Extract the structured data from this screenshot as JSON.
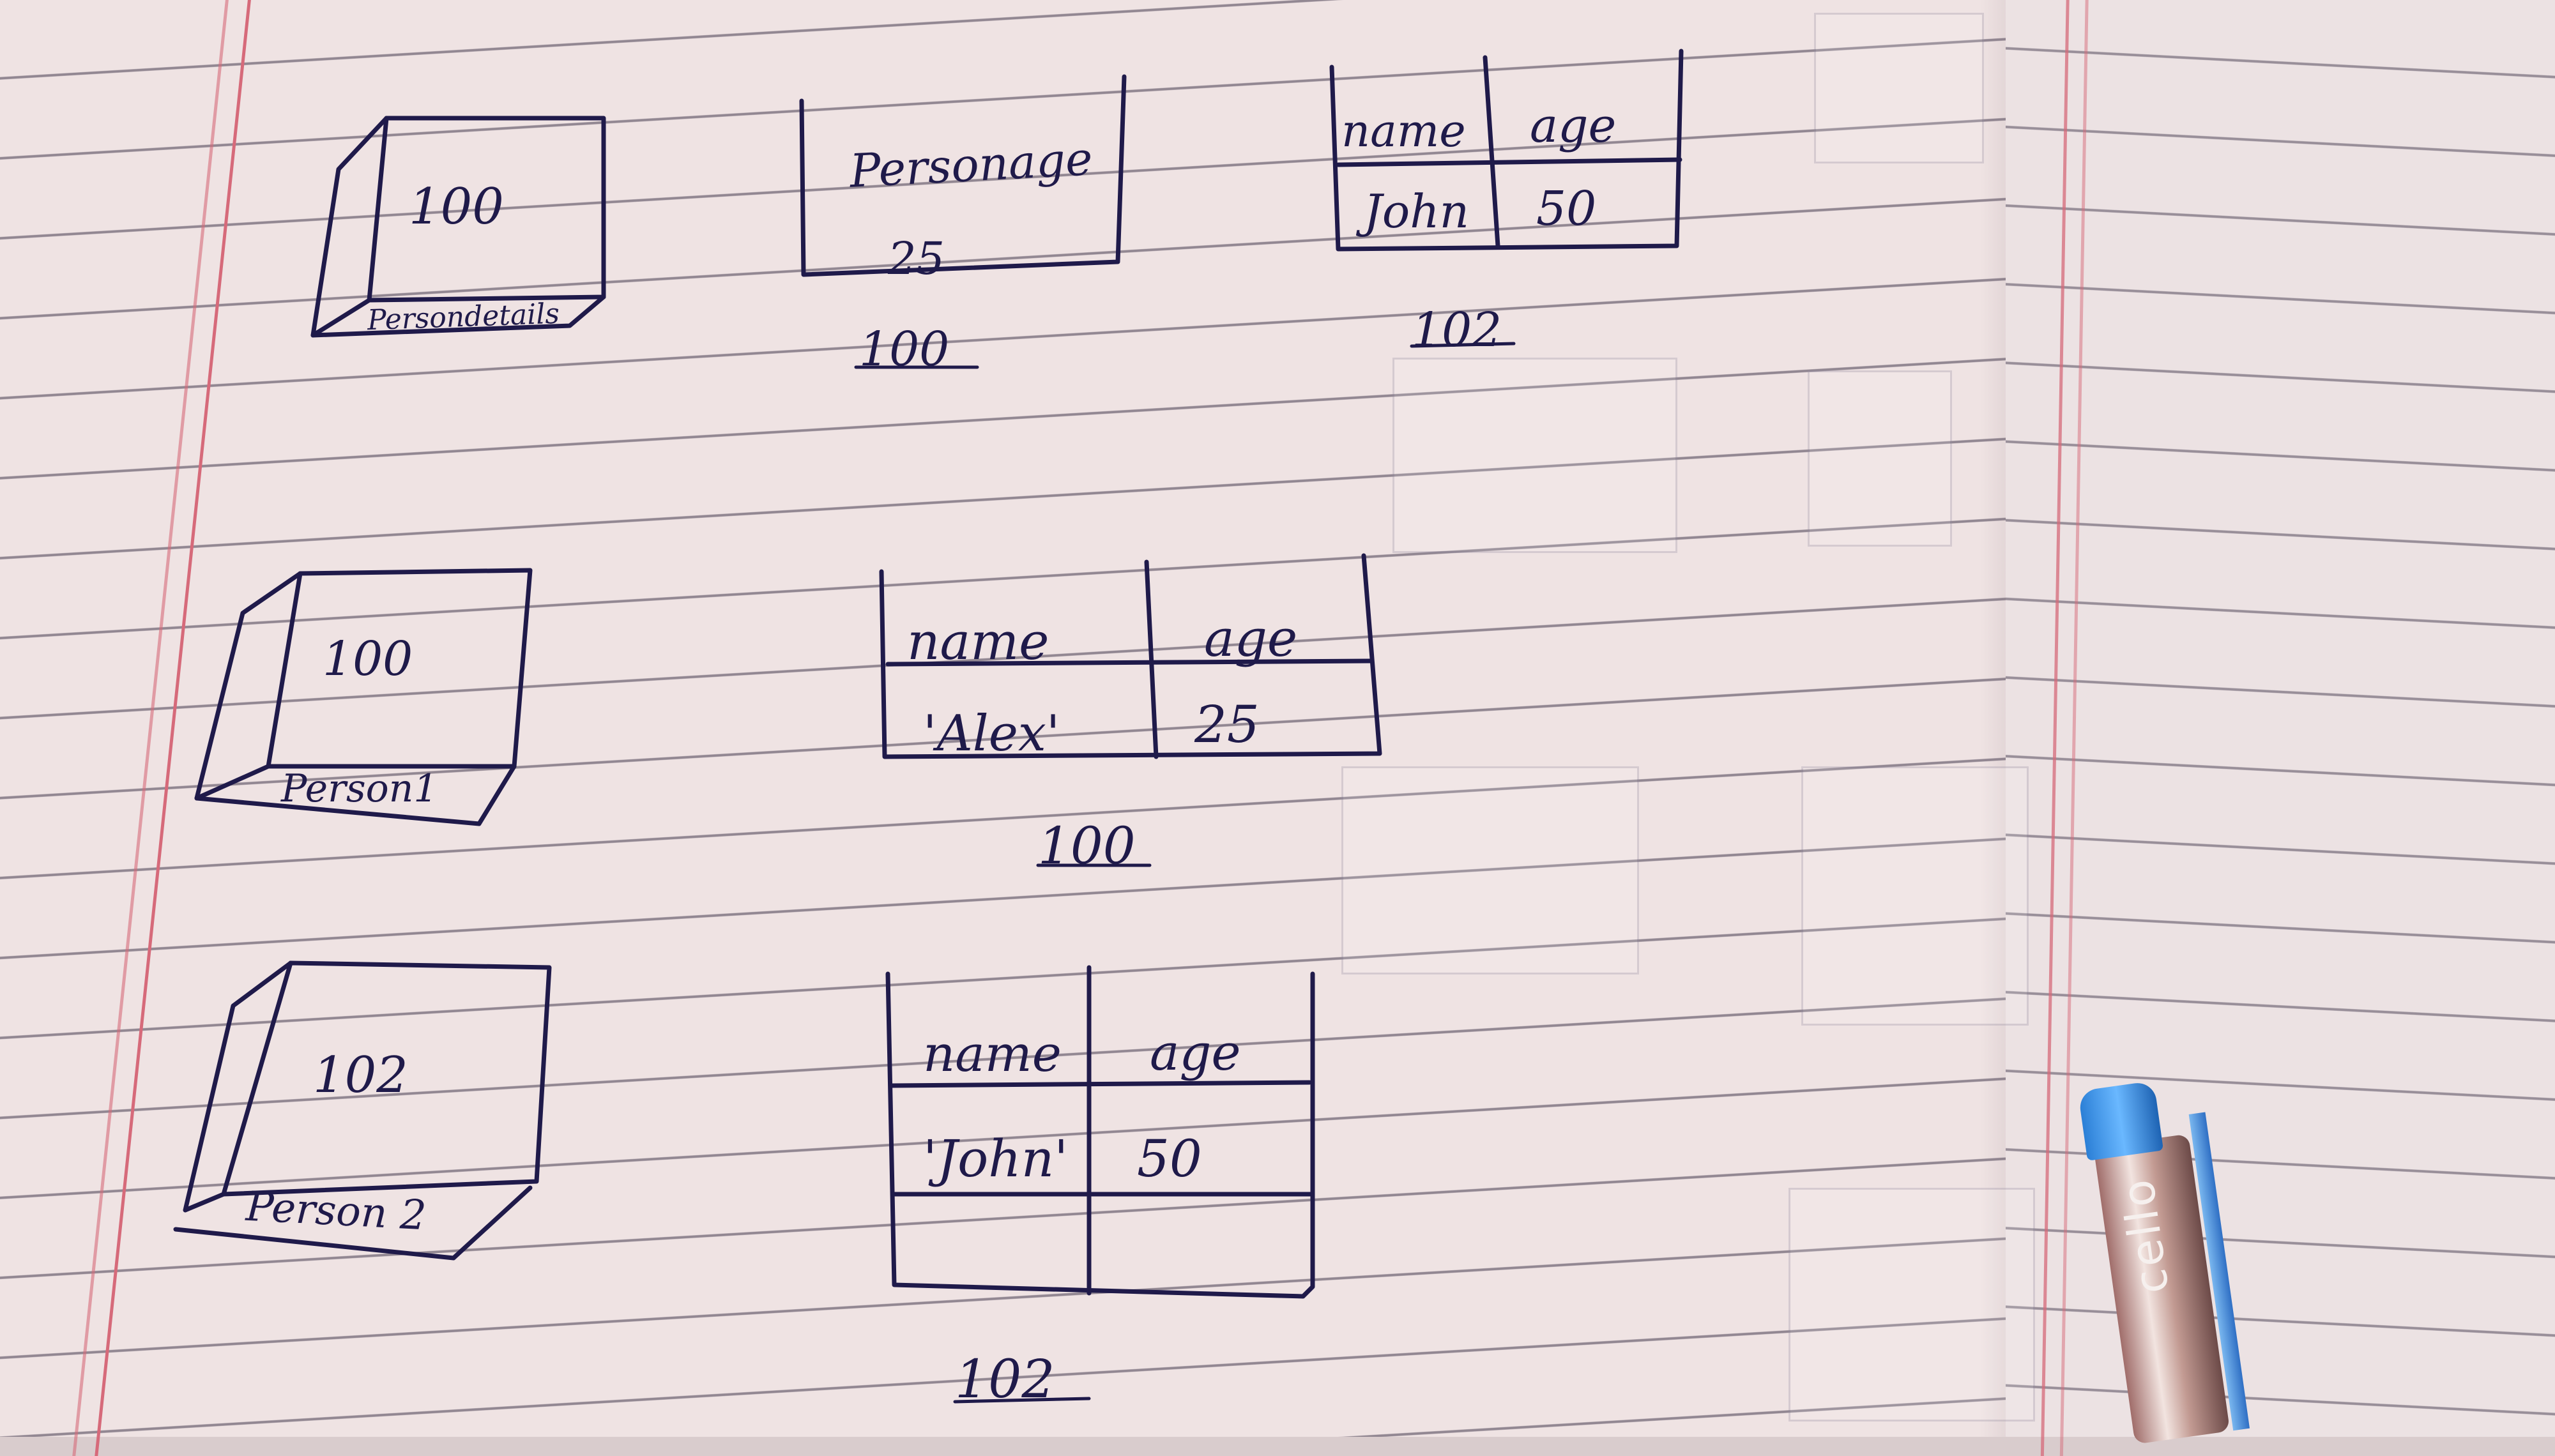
{
  "row1": {
    "ref_value": "100",
    "ref_label": "Persondetails",
    "object1_field": "Personage",
    "object1_value": "25",
    "object1_address": "100",
    "object2_headers": [
      "name",
      "age"
    ],
    "object2_values": [
      "John",
      "50"
    ],
    "object2_address": "102"
  },
  "row2": {
    "ref_value": "100",
    "ref_label": "Person1",
    "object_headers": [
      "name",
      "age"
    ],
    "object_values": [
      "'Alex'",
      "25"
    ],
    "object_address": "100"
  },
  "row3": {
    "ref_value": "102",
    "ref_label": "Person 2",
    "object_headers": [
      "name",
      "age"
    ],
    "object_values": [
      "'John'",
      "50"
    ],
    "object_address": "102"
  },
  "pen": {
    "brand": "cello"
  }
}
